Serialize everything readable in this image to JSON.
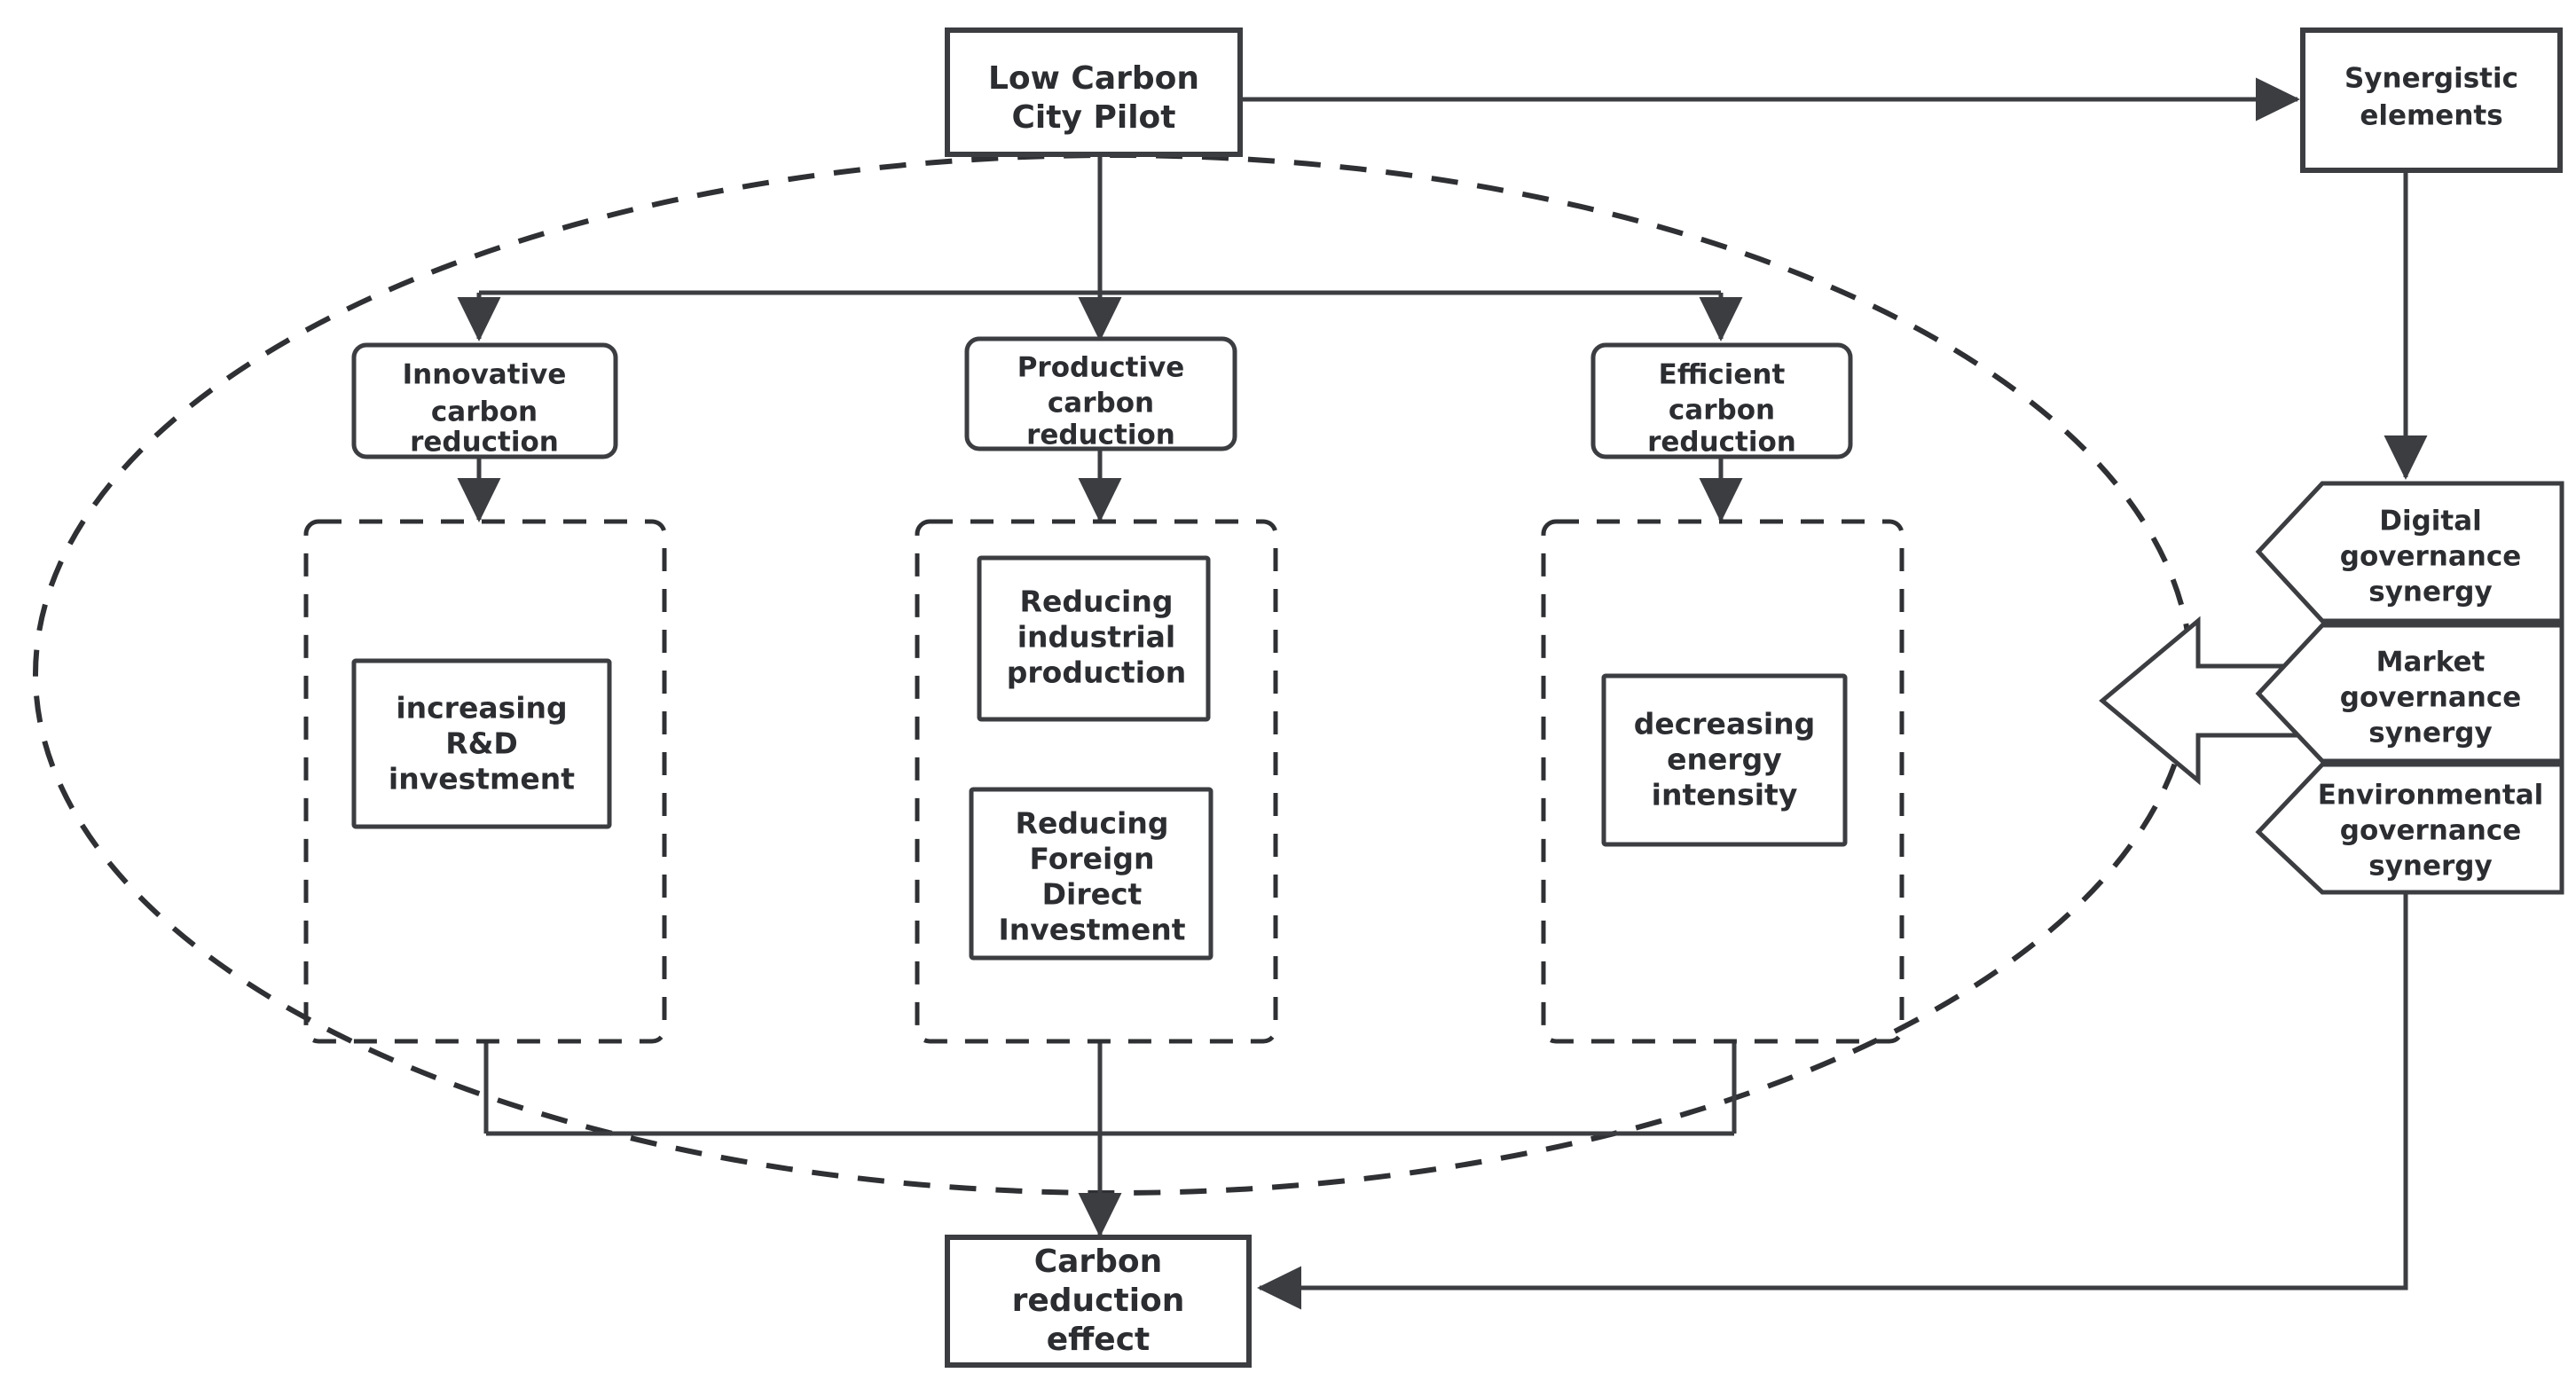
{
  "diagram": {
    "title": "Low Carbon City Pilot carbon reduction mechanism diagram",
    "accent_color": "#3b3d41",
    "background_color": "#ffffff",
    "nodes": {
      "root": {
        "label": "Low Carbon City Pilot"
      },
      "synergistic": {
        "label": "Synergistic elements"
      },
      "channel_1": {
        "label": "Innovative carbon reduction"
      },
      "channel_2": {
        "label": "Productive carbon reduction"
      },
      "channel_3": {
        "label": "Efficient carbon reduction"
      },
      "mech_1": {
        "label": "increasing R&D investment"
      },
      "mech_2a": {
        "label": "Reducing industrial production"
      },
      "mech_2b": {
        "label": "Reducing Foreign Direct Investment"
      },
      "mech_3": {
        "label": "decreasing energy intensity"
      },
      "synergy_1": {
        "label": "Digital governance synergy"
      },
      "synergy_2": {
        "label": "Market governance synergy"
      },
      "synergy_3": {
        "label": "Environmental governance synergy"
      },
      "outcome": {
        "label": "Carbon reduction effect"
      }
    },
    "node_lines": {
      "root": [
        "Low Carbon",
        "City Pilot"
      ],
      "synergistic": [
        "Synergistic",
        "elements"
      ],
      "channel_1": [
        "Innovative",
        "carbon",
        "reduction"
      ],
      "channel_2": [
        "Productive",
        "carbon",
        "reduction"
      ],
      "channel_3": [
        "Efficient",
        "carbon",
        "reduction"
      ],
      "mech_1": [
        "increasing",
        "R&D",
        "investment"
      ],
      "mech_2a": [
        "Reducing",
        "industrial",
        "production"
      ],
      "mech_2b": [
        "Reducing",
        "Foreign",
        "Direct",
        "Investment"
      ],
      "mech_3": [
        "decreasing",
        "energy",
        "intensity"
      ],
      "synergy_1": [
        "Digital",
        "governance",
        "synergy"
      ],
      "synergy_2": [
        "Market",
        "governance",
        "synergy"
      ],
      "synergy_3": [
        "Environmental",
        "governance",
        "synergy"
      ],
      "outcome": [
        "Carbon",
        "reduction",
        "effect"
      ]
    },
    "connections": [
      {
        "name": "root-to-synergistic",
        "from": "root",
        "to": "synergistic",
        "style": "solid-arrow"
      },
      {
        "name": "root-to-channel-1",
        "from": "root",
        "to": "channel_1",
        "style": "solid-arrow"
      },
      {
        "name": "root-to-channel-2",
        "from": "root",
        "to": "channel_2",
        "style": "solid-arrow"
      },
      {
        "name": "root-to-channel-3",
        "from": "root",
        "to": "channel_3",
        "style": "solid-arrow"
      },
      {
        "name": "channel-1-to-group-1",
        "from": "channel_1",
        "to": "group_1",
        "style": "solid-arrow"
      },
      {
        "name": "channel-2-to-group-2",
        "from": "channel_2",
        "to": "group_2",
        "style": "solid-arrow"
      },
      {
        "name": "channel-3-to-group-3",
        "from": "channel_3",
        "to": "group_3",
        "style": "solid-arrow"
      },
      {
        "name": "groups-to-outcome",
        "from": "groups",
        "to": "outcome",
        "style": "solid-arrow"
      },
      {
        "name": "synergistic-to-synergy-stack",
        "from": "synergistic",
        "to": "synergy_1",
        "style": "solid-arrow"
      },
      {
        "name": "synergy-stack-to-outcome",
        "from": "synergy_3",
        "to": "outcome",
        "style": "solid-arrow"
      },
      {
        "name": "synergy-big-arrow-into-ellipse",
        "from": "synergy_stack",
        "to": "mechanism_ellipse",
        "style": "block-arrow-left"
      }
    ],
    "shapes": {
      "boundary_ellipse": {
        "name": "mechanism-boundary-ellipse",
        "style": "dashed"
      },
      "group_1": {
        "name": "innovative-mechanism-group",
        "style": "dashed"
      },
      "group_2": {
        "name": "productive-mechanism-group",
        "style": "dashed"
      },
      "group_3": {
        "name": "efficient-mechanism-group",
        "style": "dashed"
      },
      "big_arrow": {
        "name": "synergy-influence-arrow",
        "direction": "left"
      }
    }
  }
}
